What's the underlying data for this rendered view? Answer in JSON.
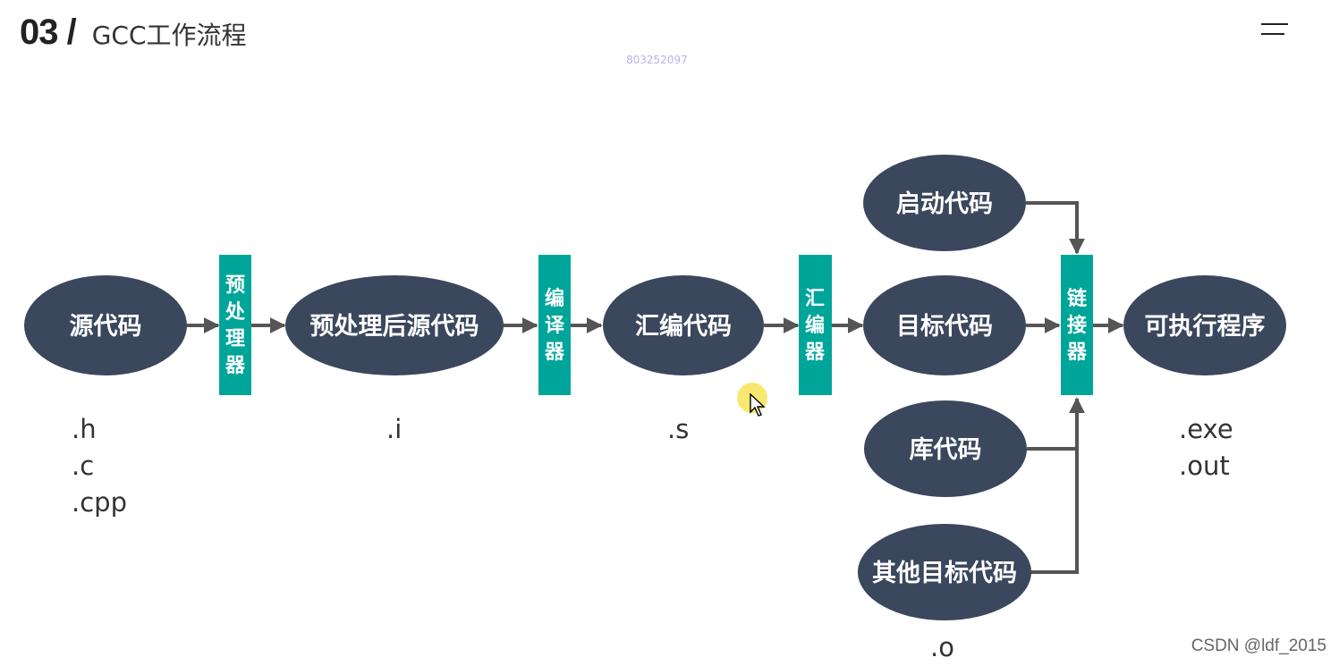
{
  "header": {
    "section_number": "03 /",
    "title": "GCC工作流程"
  },
  "watermark_id": "803252097",
  "nodes": {
    "source_code": "源代码",
    "preprocessed_code": "预处理后源代码",
    "assembly_code": "汇编代码",
    "object_code": "目标代码",
    "startup_code": "启动代码",
    "library_code": "库代码",
    "other_object_code": "其他目标代码",
    "executable": "可执行程序"
  },
  "tools": {
    "preprocessor": [
      "预",
      "处",
      "理",
      "器"
    ],
    "compiler": [
      "编",
      "译",
      "器"
    ],
    "assembler": [
      "汇",
      "编",
      "器"
    ],
    "linker": [
      "链",
      "接",
      "器"
    ]
  },
  "extensions": {
    "source": [
      ".h",
      ".c",
      ".cpp"
    ],
    "preprocessed": [
      ".i"
    ],
    "assembly": [
      ".s"
    ],
    "executable": [
      ".exe",
      ".out"
    ],
    "object": [
      ".o"
    ]
  },
  "colors": {
    "node": "#3a475c",
    "tool": "#00a599",
    "arrow": "#555555",
    "text_light": "#ffffff"
  },
  "footer": {
    "credit": "CSDN @ldf_2015"
  }
}
